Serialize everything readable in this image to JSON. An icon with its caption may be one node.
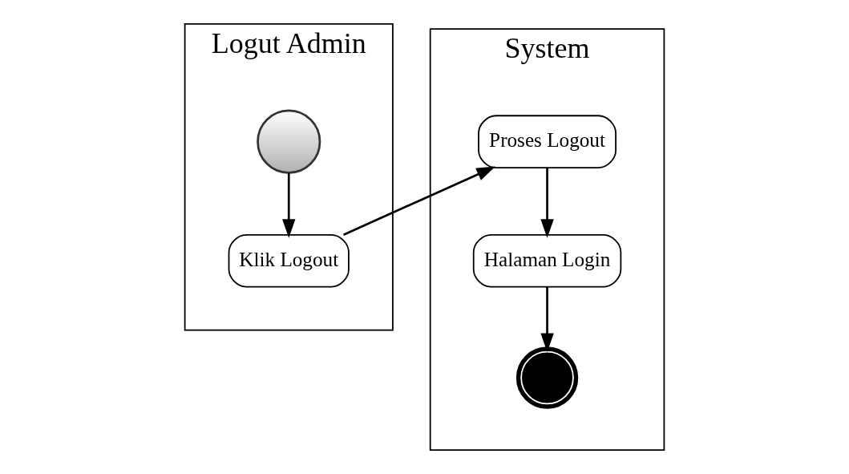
{
  "diagram": {
    "nodes": [
      {
        "text": [
          "Logut Admin"
        ]
      },
      {
        "text": [
          "System"
        ]
      },
      {
        "text": [],
        "shape": "circle",
        "in": 0
      },
      {
        "text": [
          "Klik Logout"
        ],
        "in": 0
      },
      {
        "text": [
          "Proses Logout"
        ],
        "in": 1
      },
      {
        "text": [
          "Halaman Login"
        ],
        "in": 1
      },
      {
        "text": [],
        "shape": "circle",
        "in": 1
      }
    ],
    "edges": [
      {
        "from": 2,
        "to": 3,
        "arrow": "to"
      },
      {
        "from": 3,
        "to": 4,
        "arrow": "to"
      },
      {
        "from": 4,
        "to": 5,
        "arrow": "to"
      },
      {
        "from": 5,
        "to": 6,
        "arrow": "to"
      }
    ]
  }
}
